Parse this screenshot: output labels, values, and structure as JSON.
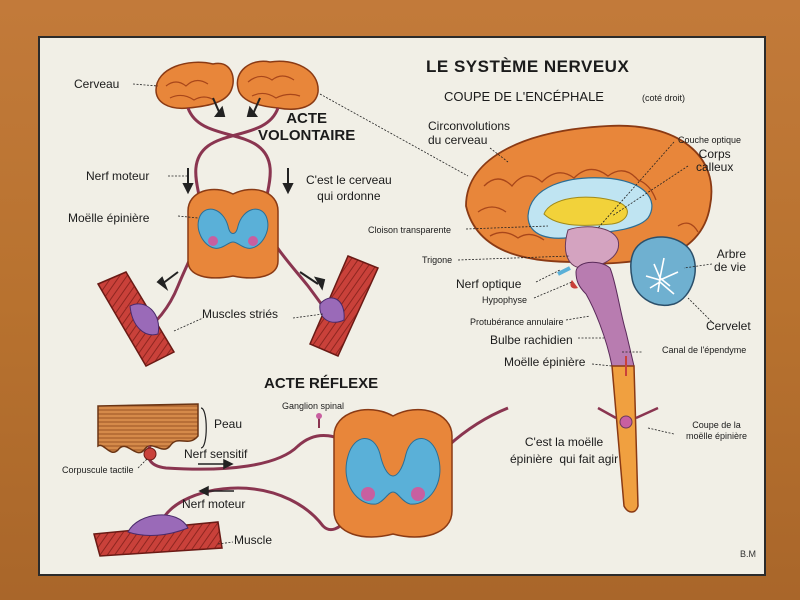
{
  "title": "LE SYSTÈME NERVEUX",
  "subtitle": "COUPE DE L'ENCÉPHALE",
  "subtitle_note": "(coté droit)",
  "sections": {
    "volontaire": "ACTE\nVOLONTAIRE",
    "reflexe": "ACTE RÉFLEXE"
  },
  "captions": {
    "cerveau_ordonne": "C'est le cerveau\nqui ordonne",
    "moelle_agir": "C'est la moëlle\népinière  qui fait agir"
  },
  "labels": {
    "cerveau": "Cerveau",
    "nerf_moteur_top": "Nerf moteur",
    "moelle_epiniere_top": "Moëlle épinière",
    "muscles_stries": "Muscles striés",
    "ganglion_spinal": "Ganglion spinal",
    "peau": "Peau",
    "nerf_sensitif": "Nerf sensitif",
    "corpuscule_tactile": "Corpuscule tactile",
    "nerf_moteur_bottom": "Nerf moteur",
    "muscle": "Muscle",
    "circonvolutions": "Circonvolutions\ndu cerveau",
    "couche_optique": "Couche optique",
    "corps_calleux": "Corps\ncalleux",
    "cloison_transparente": "Cloison transparente",
    "trigone": "Trigone",
    "arbre_de_vie": "Arbre\nde vie",
    "nerf_optique": "Nerf optique",
    "hypophyse": "Hypophyse",
    "protuberance_annulaire": "Protubérance annulaire",
    "cervelet": "Cervelet",
    "bulbe_rachidien": "Bulbe rachidien",
    "canal_ependyme": "Canal de l'épendyme",
    "moelle_epiniere_right": "Moëlle épinière",
    "coupe_moelle": "Coupe de la\nmoëlle épinière"
  },
  "signature": "B.M",
  "colors": {
    "brain_orange": "#e8863a",
    "brain_dark": "#c85f1f",
    "cord_blue": "#5ab0d8",
    "nerve_purple": "#8a3550",
    "muscle_red": "#c9413a",
    "frame_wood": "#b8722f"
  }
}
